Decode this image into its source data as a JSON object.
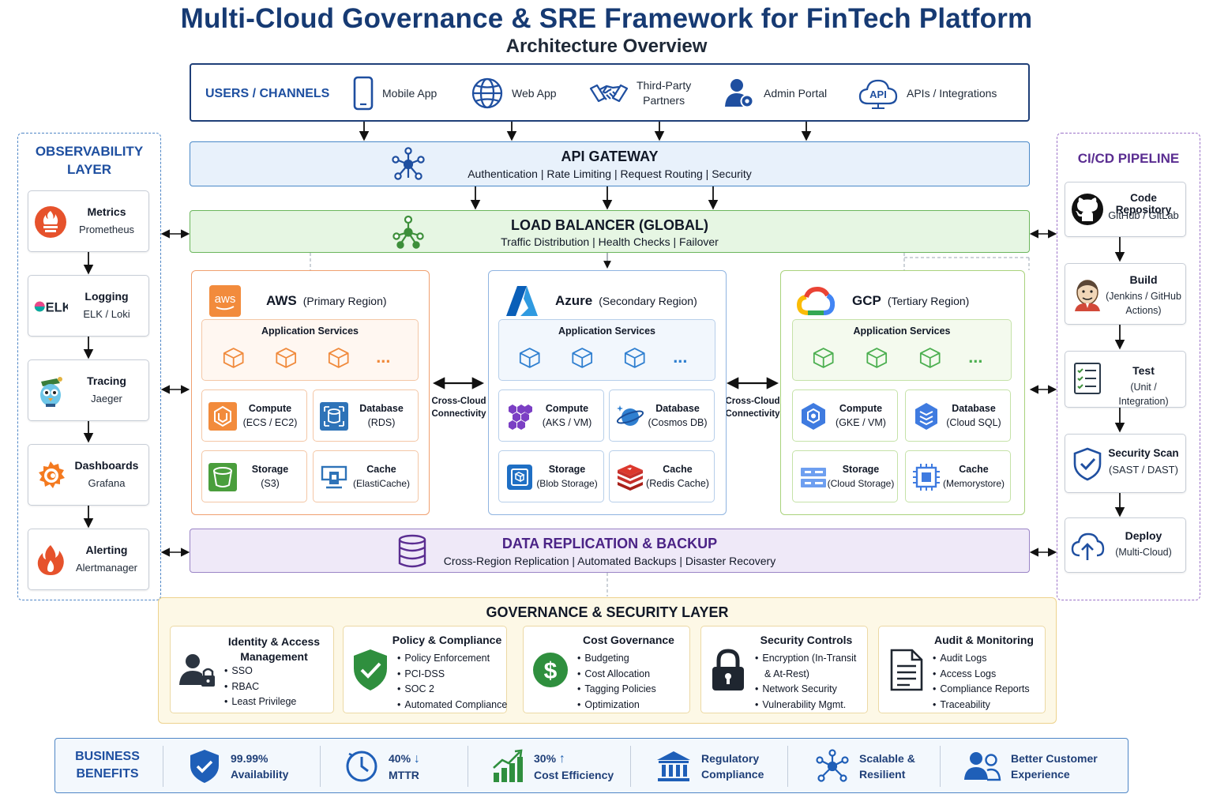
{
  "header": {
    "title": "Multi-Cloud Governance & SRE Framework for FinTech Platform",
    "subtitle": "Architecture Overview"
  },
  "users": {
    "title": "USERS / CHANNELS",
    "channels": [
      {
        "label": "Mobile App",
        "icon": "mobile-phone-icon"
      },
      {
        "label": "Web App",
        "icon": "globe-icon"
      },
      {
        "label_line1": "Third-Party",
        "label_line2": "Partners",
        "icon": "handshake-icon"
      },
      {
        "label": "Admin Portal",
        "icon": "admin-user-gear-icon"
      },
      {
        "label": "APIs / Integrations",
        "icon": "api-cloud-icon",
        "icon_text": "API"
      }
    ]
  },
  "api_gateway": {
    "title": "API GATEWAY",
    "features": "Authentication  |  Rate Limiting  |  Request Routing  |  Security",
    "icon": "network-hub-icon"
  },
  "load_balancer": {
    "title": "LOAD BALANCER (GLOBAL)",
    "features": "Traffic Distribution  |  Health Checks  |  Failover",
    "icon": "load-balancer-icon"
  },
  "observability": {
    "title_line1": "OBSERVABILITY",
    "title_line2": "LAYER",
    "items": [
      {
        "title": "Metrics",
        "sub": "Prometheus",
        "icon": "prometheus-icon"
      },
      {
        "title": "Logging",
        "sub": "ELK / Loki",
        "icon": "elk-icon",
        "icon_text": "ELK"
      },
      {
        "title": "Tracing",
        "sub": "Jaeger",
        "icon": "jaeger-icon"
      },
      {
        "title": "Dashboards",
        "sub": "Grafana",
        "icon": "grafana-icon"
      },
      {
        "title": "Alerting",
        "sub": "Alertmanager",
        "icon": "alertmanager-flame-icon"
      }
    ]
  },
  "cicd": {
    "title": "CI/CD PIPELINE",
    "items": [
      {
        "title": "Code Repository",
        "sub_line1": "GitHub / GitLab",
        "sub_line2": "",
        "icon": "github-icon"
      },
      {
        "title": "Build",
        "sub_line1": "(Jenkins / GitHub",
        "sub_line2": "Actions)",
        "icon": "jenkins-icon"
      },
      {
        "title": "Test",
        "sub_line1": "(Unit / Integration)",
        "sub_line2": "",
        "icon": "checklist-icon"
      },
      {
        "title": "Security Scan",
        "sub_line1": "(SAST / DAST)",
        "sub_line2": "",
        "icon": "shield-check-icon"
      },
      {
        "title": "Deploy",
        "sub_line1": "(Multi-Cloud)",
        "sub_line2": "",
        "icon": "cloud-upload-icon"
      }
    ]
  },
  "clouds": {
    "app_services_label": "Application Services",
    "cross_cloud_line1": "Cross-Cloud",
    "cross_cloud_line2": "Connectivity",
    "more": "...",
    "aws": {
      "name": "AWS",
      "region": "(Primary Region)",
      "logo_text": "aws",
      "accent": "#f08a3c",
      "services": [
        {
          "title": "Compute",
          "sub": "(ECS / EC2)",
          "icon": "aws-compute-icon"
        },
        {
          "title": "Database",
          "sub": "(RDS)",
          "icon": "aws-rds-icon"
        },
        {
          "title": "Storage",
          "sub": "(S3)",
          "icon": "aws-s3-bucket-icon"
        },
        {
          "title": "Cache",
          "sub": "(ElastiCache)",
          "icon": "aws-elasticache-icon"
        }
      ]
    },
    "azure": {
      "name": "Azure",
      "region": "(Secondary Region)",
      "accent": "#2f7fd0",
      "services": [
        {
          "title": "Compute",
          "sub": "(AKS / VM)",
          "icon": "aks-hexagons-icon"
        },
        {
          "title": "Database",
          "sub": "(Cosmos DB)",
          "icon": "cosmos-db-planet-icon"
        },
        {
          "title": "Storage",
          "sub": "(Blob Storage)",
          "icon": "blob-storage-icon"
        },
        {
          "title": "Cache",
          "sub": "(Redis Cache)",
          "icon": "redis-stack-icon"
        }
      ]
    },
    "gcp": {
      "name": "GCP",
      "region": "(Tertiary Region)",
      "accent": "#4caf50",
      "services": [
        {
          "title": "Compute",
          "sub": "(GKE / VM)",
          "icon": "gke-hexagon-icon"
        },
        {
          "title": "Database",
          "sub": "(Cloud SQL)",
          "icon": "cloud-sql-icon"
        },
        {
          "title": "Storage",
          "sub": "(Cloud Storage)",
          "icon": "cloud-storage-icon"
        },
        {
          "title": "Cache",
          "sub": "(Memorystore)",
          "icon": "memorystore-chip-icon"
        }
      ]
    }
  },
  "data_replication": {
    "title": "DATA REPLICATION & BACKUP",
    "features": "Cross-Region Replication  |  Automated Backups  |  Disaster Recovery",
    "icon": "database-cylinder-icon"
  },
  "governance": {
    "title": "GOVERNANCE & SECURITY LAYER",
    "cards": [
      {
        "title_line1": "Identity & Access",
        "title_line2": "Management",
        "items": [
          "SSO",
          "RBAC",
          "Least Privilege"
        ],
        "icon": "user-lock-icon"
      },
      {
        "title_line1": "Policy & Compliance",
        "title_line2": "",
        "items": [
          "Policy Enforcement",
          "PCI-DSS",
          "SOC 2",
          "Automated Compliance"
        ],
        "icon": "shield-check-icon"
      },
      {
        "title_line1": "Cost Governance",
        "title_line2": "",
        "items": [
          "Budgeting",
          "Cost Allocation",
          "Tagging Policies",
          "Optimization"
        ],
        "icon": "dollar-coin-icon"
      },
      {
        "title_line1": "Security Controls",
        "title_line2": "",
        "items": [
          "Encryption (In-Transit",
          "& At-Rest)",
          "Network Security",
          "Vulnerability Mgmt."
        ],
        "icon": "padlock-icon"
      },
      {
        "title_line1": "Audit & Monitoring",
        "title_line2": "",
        "items": [
          "Audit Logs",
          "Access Logs",
          "Compliance Reports",
          "Traceability"
        ],
        "icon": "document-icon"
      }
    ]
  },
  "benefits": {
    "title_line1": "BUSINESS",
    "title_line2": "BENEFITS",
    "items": [
      {
        "line1": "99.99%",
        "line2": "Availability",
        "icon": "shield-check-icon"
      },
      {
        "line1": "40%",
        "arrow": "↓",
        "line2": "MTTR",
        "icon": "clock-icon"
      },
      {
        "line1": "30%",
        "arrow": "↑",
        "line2": "Cost Efficiency",
        "icon": "growth-chart-icon"
      },
      {
        "line1": "Regulatory",
        "line2": "Compliance",
        "icon": "bank-building-icon"
      },
      {
        "line1": "Scalable &",
        "line2": "Resilient",
        "icon": "network-hub-icon"
      },
      {
        "line1": "Better Customer",
        "line2": "Experience",
        "icon": "users-icon"
      }
    ]
  }
}
